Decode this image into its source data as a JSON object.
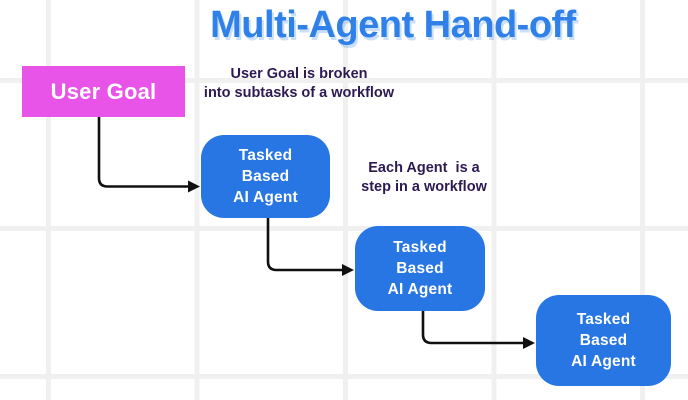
{
  "title": "Multi-Agent Hand-off",
  "nodes": {
    "user_goal": {
      "label": "User Goal"
    },
    "agents": [
      {
        "lines": [
          "Tasked",
          "Based",
          "AI Agent"
        ]
      },
      {
        "lines": [
          "Tasked",
          "Based",
          "AI Agent"
        ]
      },
      {
        "lines": [
          "Tasked",
          "Based",
          "AI Agent"
        ]
      }
    ]
  },
  "annotations": {
    "subtasks": "User Goal is broken\ninto subtasks of a workflow",
    "workflow_step": "Each Agent  is a\nstep in a workflow"
  },
  "colors": {
    "title_blue": "#2F80E9",
    "agent_blue": "#2776E3",
    "user_goal_magenta": "#E854E8",
    "annotation_purple": "#2D1A52",
    "arrow_black": "#101010",
    "grid_gray": "#F0F0F0",
    "background": "#FFFFFF"
  }
}
